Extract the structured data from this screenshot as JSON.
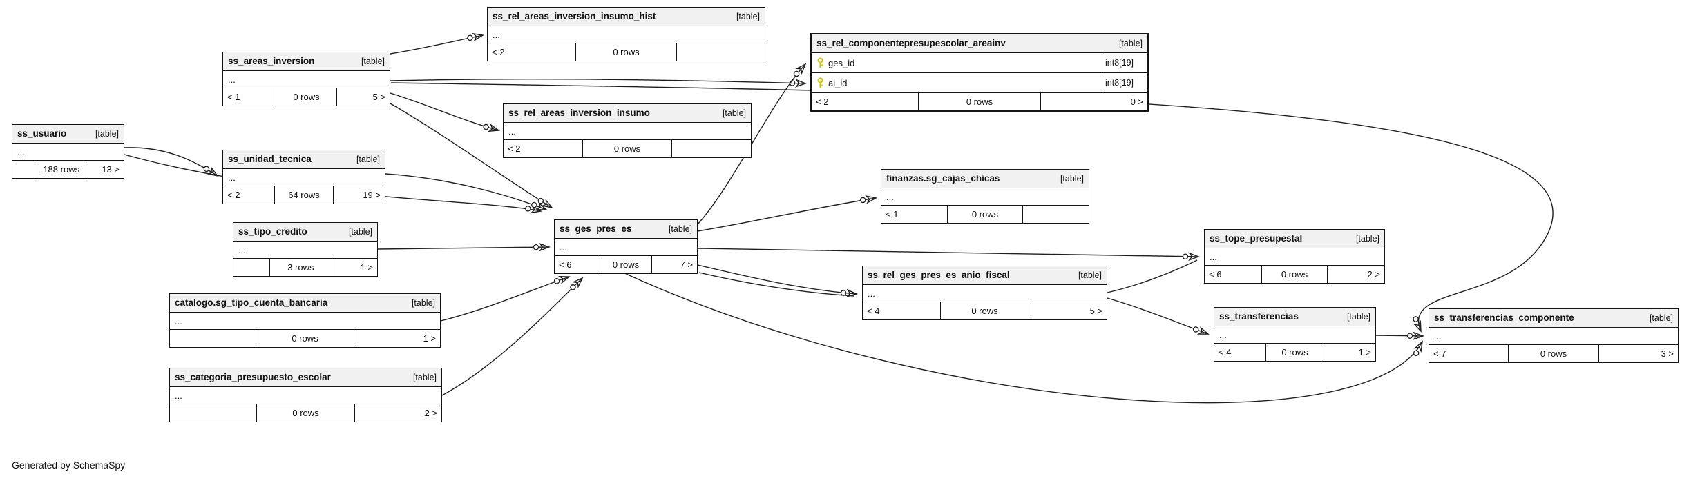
{
  "footer_note": "Generated by SchemaSpy",
  "colors": {
    "header_bg": "#f1f1f1",
    "border": "#141414",
    "key_icon": "#c9c900"
  },
  "tables": {
    "rel_areas_inversion_insumo_hist": {
      "name": "ss_rel_areas_inversion_insumo_hist",
      "tag": "[table]",
      "body": "...",
      "f_left": "< 2",
      "f_mid": "0 rows",
      "f_right": ""
    },
    "areas_inversion": {
      "name": "ss_areas_inversion",
      "tag": "[table]",
      "body": "...",
      "f_left": "< 1",
      "f_mid": "0 rows",
      "f_right": "5 >"
    },
    "rel_componentepresupescolar_areainv": {
      "name": "ss_rel_componentepresupescolar_areainv",
      "tag": "[table]",
      "columns": [
        {
          "name": "ges_id",
          "type": "int8[19]"
        },
        {
          "name": "ai_id",
          "type": "int8[19]"
        }
      ],
      "f_left": "< 2",
      "f_mid": "0 rows",
      "f_right": "0 >"
    },
    "usuario": {
      "name": "ss_usuario",
      "tag": "[table]",
      "body": "...",
      "f_left": "",
      "f_mid": "188 rows",
      "f_right": "13 >"
    },
    "rel_areas_inversion_insumo": {
      "name": "ss_rel_areas_inversion_insumo",
      "tag": "[table]",
      "body": "...",
      "f_left": "< 2",
      "f_mid": "0 rows",
      "f_right": ""
    },
    "unidad_tecnica": {
      "name": "ss_unidad_tecnica",
      "tag": "[table]",
      "body": "...",
      "f_left": "< 2",
      "f_mid": "64 rows",
      "f_right": "19 >"
    },
    "tipo_credito": {
      "name": "ss_tipo_credito",
      "tag": "[table]",
      "body": "...",
      "f_left": "",
      "f_mid": "3 rows",
      "f_right": "1 >"
    },
    "ges_pres_es": {
      "name": "ss_ges_pres_es",
      "tag": "[table]",
      "body": "...",
      "f_left": "< 6",
      "f_mid": "0 rows",
      "f_right": "7 >"
    },
    "cajas_chicas": {
      "name": "finanzas.sg_cajas_chicas",
      "tag": "[table]",
      "body": "...",
      "f_left": "< 1",
      "f_mid": "0 rows",
      "f_right": ""
    },
    "rel_ges_pres_es_anio_fiscal": {
      "name": "ss_rel_ges_pres_es_anio_fiscal",
      "tag": "[table]",
      "body": "...",
      "f_left": "< 4",
      "f_mid": "0 rows",
      "f_right": "5 >"
    },
    "tope_presupestal": {
      "name": "ss_tope_presupestal",
      "tag": "[table]",
      "body": "...",
      "f_left": "< 6",
      "f_mid": "0 rows",
      "f_right": "2 >"
    },
    "tipo_cuenta_bancaria": {
      "name": "catalogo.sg_tipo_cuenta_bancaria",
      "tag": "[table]",
      "body": "...",
      "f_left": "",
      "f_mid": "0 rows",
      "f_right": "1 >"
    },
    "transferencias": {
      "name": "ss_transferencias",
      "tag": "[table]",
      "body": "...",
      "f_left": "< 4",
      "f_mid": "0 rows",
      "f_right": "1 >"
    },
    "transferencias_componente": {
      "name": "ss_transferencias_componente",
      "tag": "[table]",
      "body": "...",
      "f_left": "< 7",
      "f_mid": "0 rows",
      "f_right": "3 >"
    },
    "categoria_presupuesto_escolar": {
      "name": "ss_categoria_presupuesto_escolar",
      "tag": "[table]",
      "body": "...",
      "f_left": "",
      "f_mid": "0 rows",
      "f_right": "2 >"
    }
  }
}
